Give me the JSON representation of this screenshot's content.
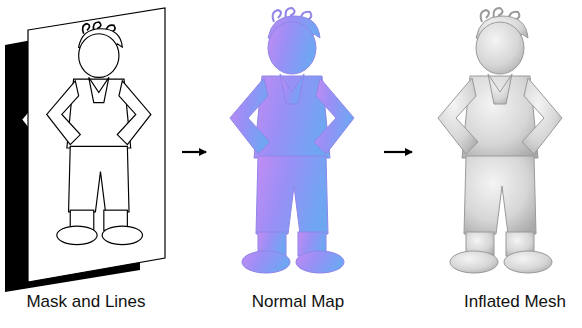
{
  "diagram": {
    "nodes": [
      {
        "text": [
          "Mask and Lines"
        ]
      },
      {
        "text": [
          "Normal Map"
        ]
      },
      {
        "text": [
          "Inflated Mesh"
        ]
      }
    ],
    "edges": [
      {
        "from": 0,
        "to": 1,
        "arrow": "to"
      },
      {
        "from": 1,
        "to": 2,
        "arrow": "to"
      }
    ]
  }
}
